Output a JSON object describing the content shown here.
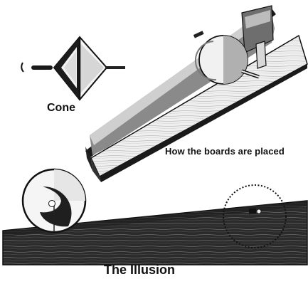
{
  "labels": {
    "cone": "Cone",
    "boards": "How the boards are placed",
    "illusion": "The Illusion"
  },
  "colors": {
    "ink": "#111111",
    "paper": "#ffffff"
  }
}
